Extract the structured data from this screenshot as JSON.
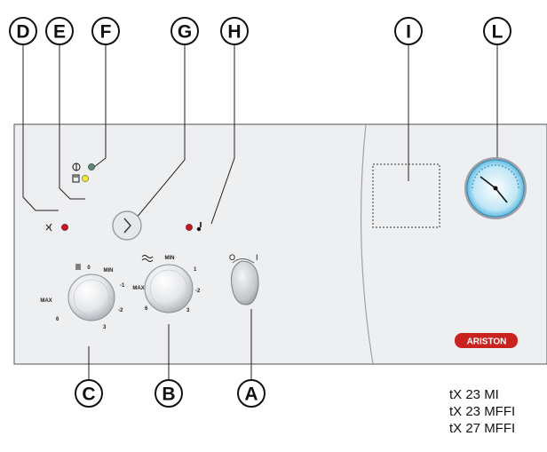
{
  "callouts": {
    "A": "A",
    "B": "B",
    "C": "C",
    "D": "D",
    "E": "E",
    "F": "F",
    "G": "G",
    "H": "H",
    "I": "I",
    "L": "L"
  },
  "brand": "ARISTON",
  "models": [
    "tX 23 MI",
    "tX 23 MFFI",
    "tX 27 MFFI"
  ],
  "heating_knob": {
    "ticks": [
      "0",
      "MIN",
      "-1",
      "-2",
      "3",
      "6",
      "MAX"
    ]
  },
  "dhw_knob": {
    "ticks": [
      "MIN",
      "1",
      "-2",
      "3",
      "6",
      "MAX"
    ]
  },
  "switch_labels": {
    "off": "O",
    "on": "I"
  },
  "colors": {
    "panel": "#eeeff1",
    "led_red": "#d0101a",
    "led_yellow": "#f3e830",
    "led_green": "#5a8a7a",
    "gauge_ring": "#4fb7de",
    "brand_bg": "#c9231f"
  }
}
